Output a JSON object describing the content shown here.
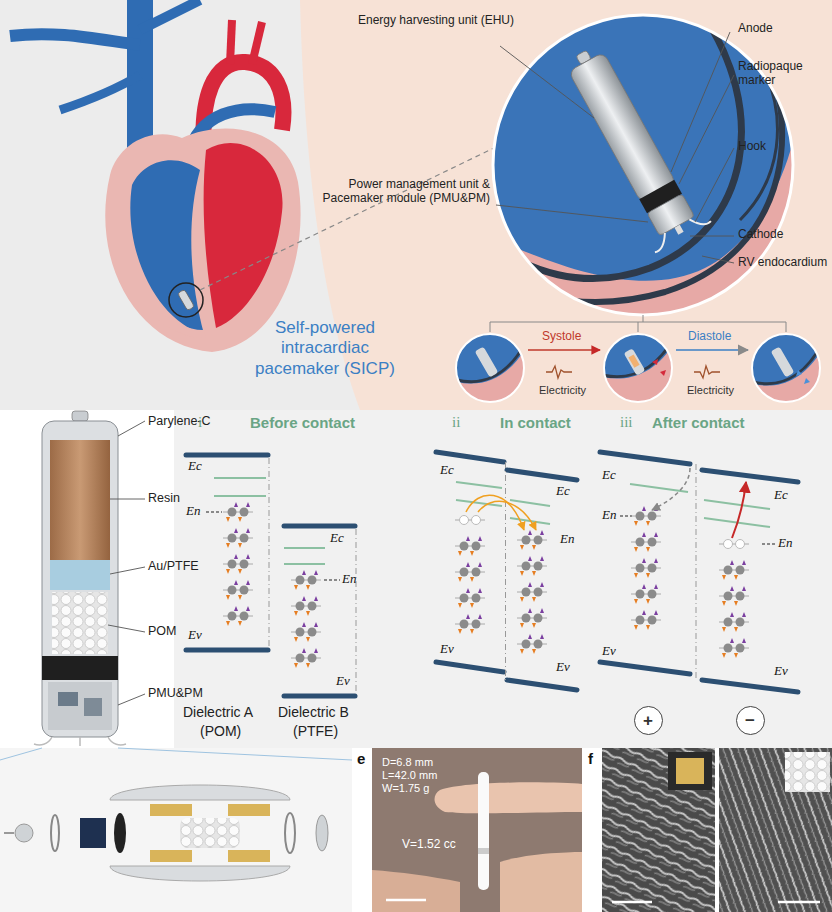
{
  "diagram": {
    "nodes": [
      {
        "text": [
          "+"
        ]
      },
      {
        "text": [
          "−"
        ]
      }
    ],
    "labels": [
      "Energy harvesting unit (EHU)",
      "Anode",
      "Radiopaque marker",
      "Hook",
      "Power management unit & Pacemaker module (PMU&PM)",
      "Cathode",
      "RV endocardium",
      "Self-powered intracardiac pacemaker (SICP)",
      "Systole",
      "Diastole",
      "Electricity",
      "Electricity",
      "Parylene-C",
      "Resin",
      "Au/PTFE",
      "POM",
      "PMU&PM",
      "i",
      "Before contact",
      "ii",
      "In contact",
      "iii",
      "After contact",
      "Ec",
      "En",
      "Ev",
      "Ec",
      "En",
      "Ev",
      "Ec",
      "Ec",
      "En",
      "Ev",
      "Ev",
      "Ec",
      "En",
      "Ev",
      "Ec",
      "En",
      "Ev",
      "Dielectric A",
      "(POM)",
      "Dielectric B",
      "(PTFE)",
      "D=6.8 mm",
      "L=42.0 mm",
      "W=1.75 g",
      "V=1.52 cc",
      "e",
      "f"
    ]
  }
}
